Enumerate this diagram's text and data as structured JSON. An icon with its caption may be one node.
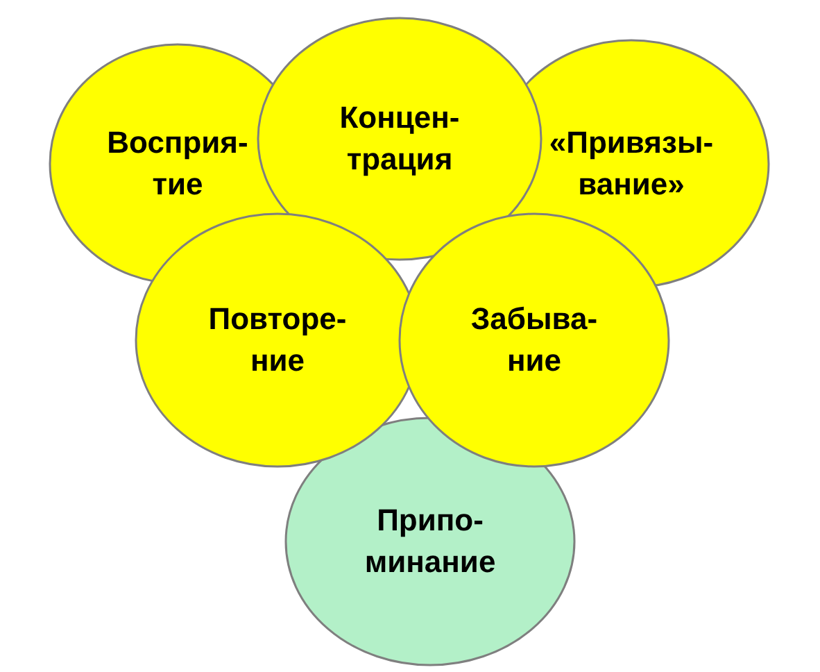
{
  "diagram": {
    "nodes": [
      {
        "text": [
          "Восприя- тие"
        ]
      },
      {
        "text": [
          "Концен- трация"
        ]
      },
      {
        "text": [
          "«Привязы- вание»"
        ]
      },
      {
        "text": [
          "Повторе- ние"
        ]
      },
      {
        "text": [
          "Забыва- ние"
        ]
      },
      {
        "text": [
          "Припо- минание"
        ]
      }
    ],
    "edges": []
  }
}
